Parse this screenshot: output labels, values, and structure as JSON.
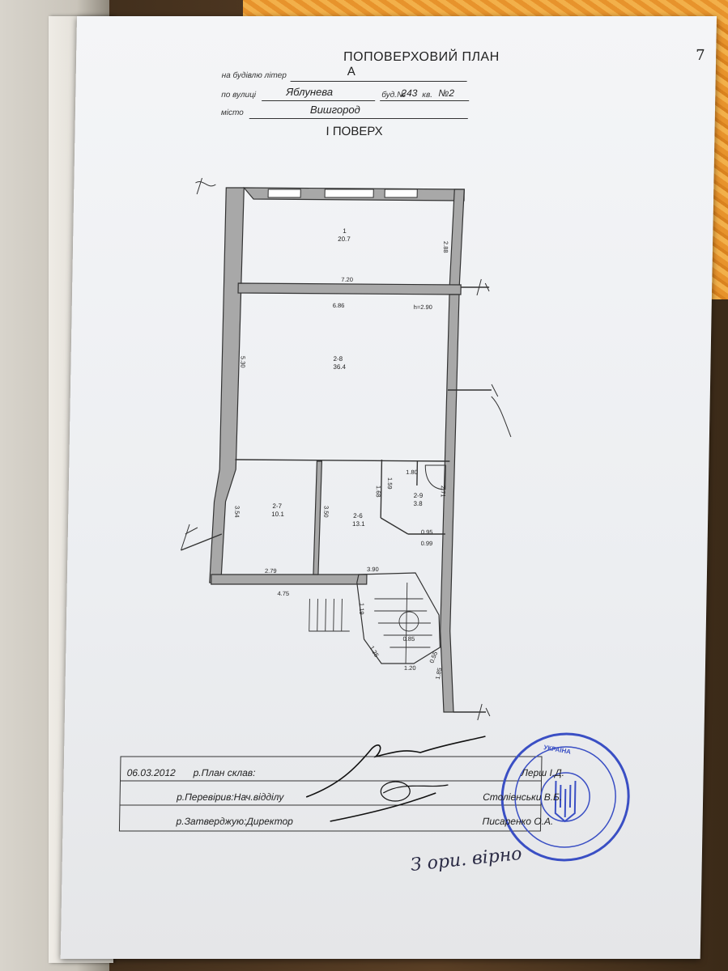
{
  "header": {
    "title": "ПОПОВЕРХОВИЙ ПЛАН",
    "building_label": "на будівлю літер",
    "building_value": "А",
    "street_label": "по вулиці",
    "street_value": "Яблунева",
    "house_label": "буд.№",
    "house_value": "243",
    "apt_label": "кв.",
    "apt_value": "№2",
    "city_label": "місто",
    "city_value": "Вишгород",
    "floor_title": "І ПОВЕРХ",
    "page_number": "7"
  },
  "rooms": [
    {
      "id": "1",
      "area": "20.7"
    },
    {
      "id": "2-8",
      "area": "36.4"
    },
    {
      "id": "2-7",
      "area": "10.1"
    },
    {
      "id": "2-6",
      "area": "13.1"
    },
    {
      "id": "2-9",
      "area": "3.8"
    }
  ],
  "dimensions": {
    "d_288": "2.88",
    "d_720": "7.20",
    "d_686": "6.86",
    "height": "h=2.90",
    "d_530": "5.30",
    "d_180": "1.80",
    "d_159": "1.59",
    "d_168": "1.68",
    "d_271": "2.71",
    "d_354": "3.54",
    "d_350": "3.50",
    "d_095": "0.95",
    "d_099": "0.99",
    "d_279": "2.79",
    "d_390": "3.90",
    "d_475": "4.75",
    "d_119": "1.19",
    "d_085": "0.85",
    "d_125": "1.25",
    "d_120": "1.20",
    "d_055": "0.55",
    "d_185": "1.85"
  },
  "signatures": {
    "date": "06.03.2012",
    "composed_label": "р.План склав:",
    "checked_label": "р.Перевірив:Нач.відділу",
    "approved_label": "р.Затверджую:Директор",
    "composed_name": "Лерш І.Д.",
    "checked_name": "Століенськи В.Б.",
    "approved_name": "Писаренко О.А.",
    "handwritten_note": "З ори. вірно"
  },
  "stamp": {
    "text": "УКРАЇНА",
    "color": "#3a4fc4"
  },
  "colors": {
    "wall": "#9c9c9c",
    "ink": "#222222"
  }
}
